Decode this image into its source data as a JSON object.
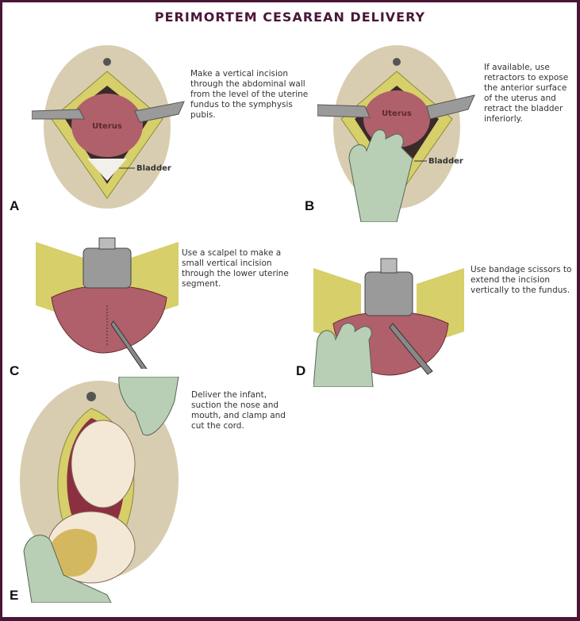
{
  "title": "PERIMORTEM CESAREAN DELIVERY",
  "colors": {
    "border": "#4a1638",
    "skin": "#d8cdb0",
    "fat": "#d6cf6a",
    "uterus": "#b0606a",
    "glove": "#b9cfb5",
    "instrument": "#8a8a8a"
  },
  "panels": [
    {
      "letter": "A",
      "caption": "Make a vertical incision through the abdominal wall from the level of the uterine fundus to the symphysis pubis.",
      "labels": {
        "uterus": "Uterus",
        "bladder": "Bladder"
      }
    },
    {
      "letter": "B",
      "caption": "If available, use retractors to expose the anterior surface of the uterus and retract the bladder inferiorly.",
      "labels": {
        "uterus": "Uterus",
        "bladder": "Bladder"
      }
    },
    {
      "letter": "C",
      "caption": "Use a scalpel to make a small vertical incision through the lower uterine segment."
    },
    {
      "letter": "D",
      "caption": "Use bandage scissors to extend the incision vertically to the fundus."
    },
    {
      "letter": "E",
      "caption": "Deliver the infant, suction the nose and mouth, and clamp and cut the cord."
    }
  ]
}
